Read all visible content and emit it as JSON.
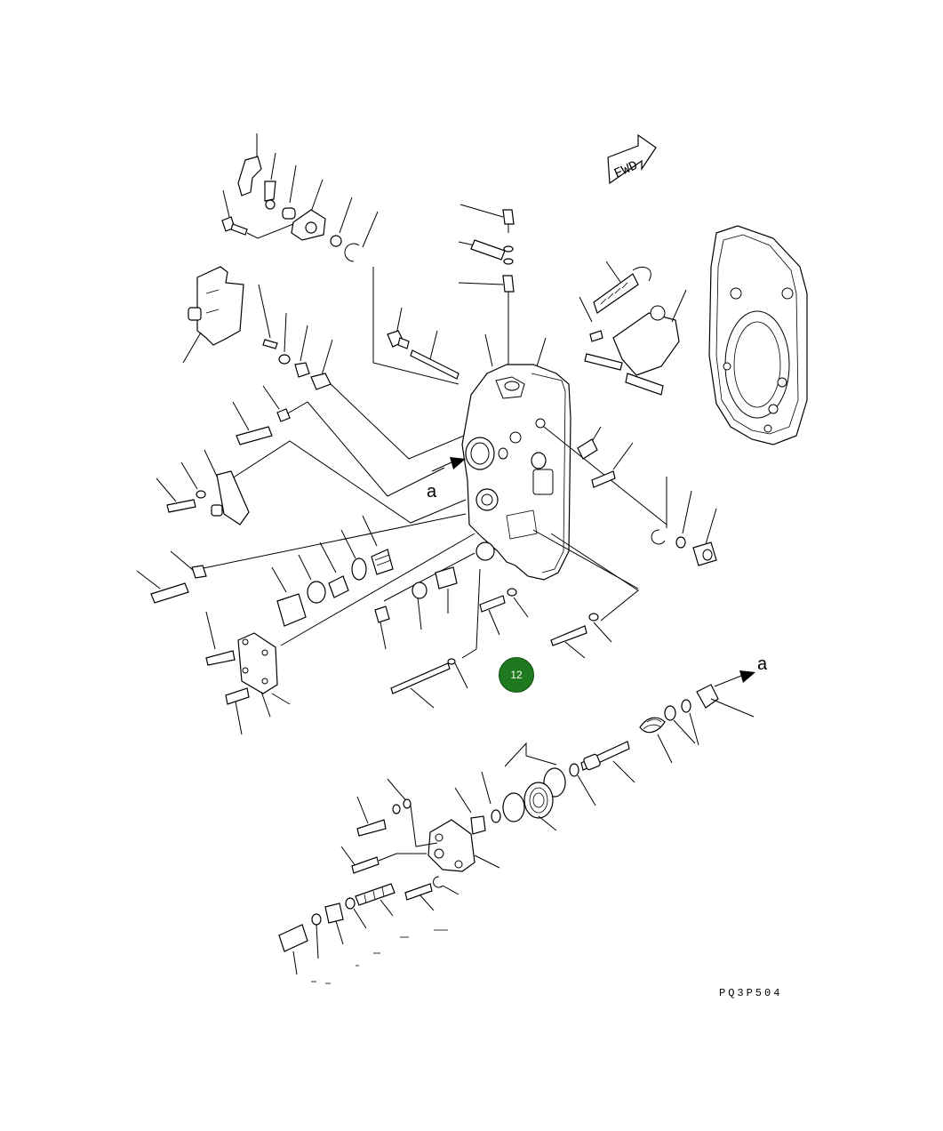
{
  "diagram": {
    "fwd_label": "FWD",
    "view_label_top": "a",
    "view_label_right": "a",
    "drawing_code": "PQ3P504",
    "callout_number": "12",
    "callout_color": "#1f7a1f"
  }
}
